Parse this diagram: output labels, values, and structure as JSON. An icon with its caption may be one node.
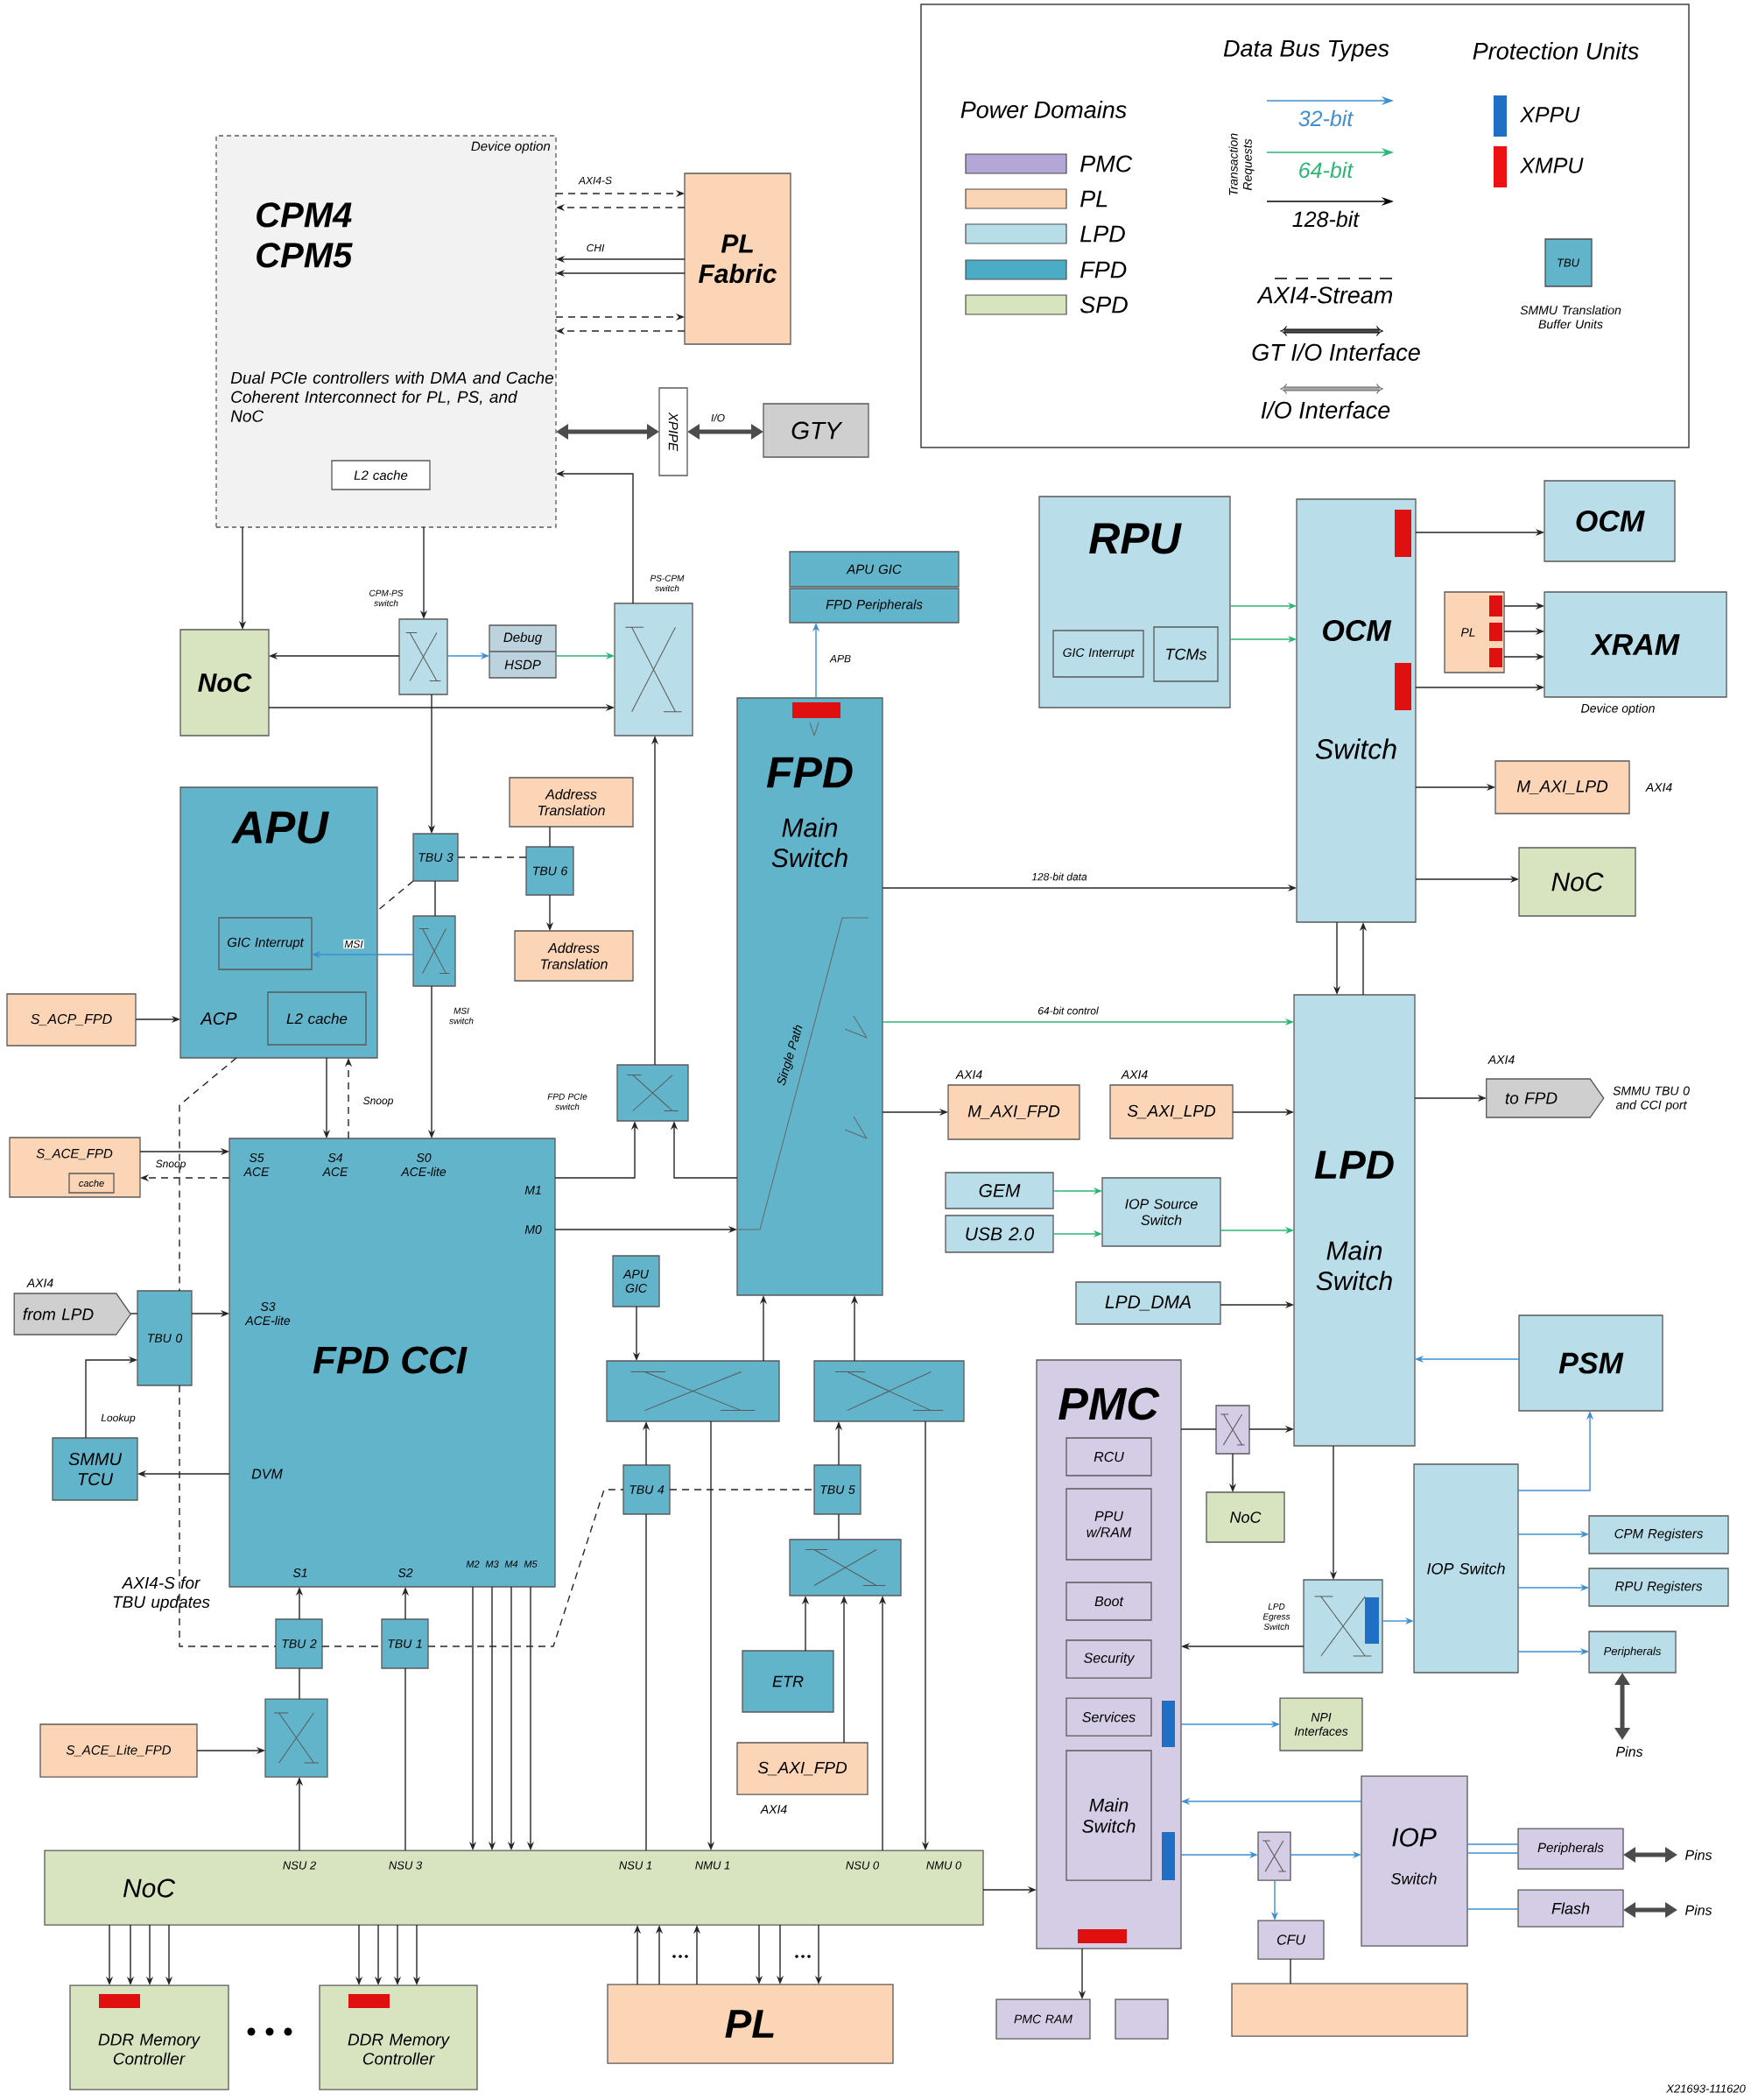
{
  "diagram": {
    "nodes": [
      {
        "text": [
          "Device option",
          "CPM4 CPM5",
          "Dual PCIe controllers with DMA and Cache Coherent Interconnect for PL, PS, and NoC"
        ]
      },
      {
        "text": [
          "L2 cache"
        ],
        "in": 0
      },
      {
        "text": [
          "PL Fabric"
        ]
      },
      {
        "text": [
          "XPIPE"
        ]
      },
      {
        "text": [
          "GTY"
        ]
      },
      {
        "text": [
          "APU GIC"
        ]
      },
      {
        "text": [
          "FPD Peripherals"
        ]
      },
      {
        "text": [
          "RPU"
        ]
      },
      {
        "text": [
          "GIC Interrupt"
        ],
        "in": 7
      },
      {
        "text": [
          "TCMs"
        ],
        "in": 7
      },
      {
        "text": [
          "OCM",
          "Switch"
        ]
      },
      {
        "text": [
          "OCM"
        ]
      },
      {
        "text": [
          "PL"
        ]
      },
      {
        "text": [
          "XRAM"
        ],
        "beside": [
          "Device option"
        ]
      },
      {
        "text": [
          "NoC"
        ]
      },
      {
        "text": [],
        "shape": "crossbar",
        "beside": [
          "CPM-PS switch"
        ]
      },
      {
        "text": [
          "Debug",
          "HSDP"
        ]
      },
      {
        "text": [],
        "shape": "crossbar",
        "beside": [
          "PS-CPM switch"
        ]
      },
      {
        "text": [
          "FPD",
          "Main Switch",
          "Single Path"
        ]
      },
      {
        "text": [
          "M_AXI_LPD"
        ],
        "beside": [
          "AXI4"
        ]
      },
      {
        "text": [
          "NoC"
        ]
      },
      {
        "text": [
          "APU",
          "ACP"
        ]
      },
      {
        "text": [
          "GIC Interrupt"
        ],
        "in": 21
      },
      {
        "text": [
          "L2 cache"
        ],
        "in": 21
      },
      {
        "text": [
          "Address Translation"
        ]
      },
      {
        "text": [
          "TBU 3"
        ]
      },
      {
        "text": [
          "TBU 6"
        ]
      },
      {
        "text": [],
        "shape": "crossbar",
        "beside": [
          "MSI switch"
        ]
      },
      {
        "text": [
          "Address Translation"
        ]
      },
      {
        "text": [
          "S_ACP_FPD"
        ]
      },
      {
        "text": [
          "LPD",
          "Main Switch"
        ]
      },
      {
        "text": [],
        "shape": "crossbar",
        "beside": [
          "FPD PCIe switch"
        ]
      },
      {
        "text": [
          "M_AXI_FPD"
        ],
        "beside": [
          "AXI4"
        ]
      },
      {
        "text": [
          "S_AXI_LPD"
        ],
        "beside": [
          "AXI4"
        ]
      },
      {
        "text": [
          "to FPD"
        ],
        "beside": [
          "AXI4",
          "SMMU TBU 0 and CCI port"
        ]
      },
      {
        "text": [
          "FPD CCI",
          "S5 ACE",
          "S4 ACE",
          "S0 ACE-lite",
          "M1",
          "M0",
          "S3 ACE-lite",
          "DVM",
          "S1",
          "S2",
          "M2",
          "M3",
          "M4",
          "M5"
        ]
      },
      {
        "text": [
          "S_ACE_FPD"
        ]
      },
      {
        "text": [
          "cache"
        ],
        "in": 36
      },
      {
        "text": [
          "GEM"
        ]
      },
      {
        "text": [
          "USB 2.0"
        ]
      },
      {
        "text": [
          "IOP Source Switch"
        ]
      },
      {
        "text": [
          "from LPD"
        ],
        "beside": [
          "AXI4"
        ]
      },
      {
        "text": [
          "TBU 0"
        ]
      },
      {
        "text": [
          "APU GIC"
        ]
      },
      {
        "text": [
          "LPD_DMA"
        ]
      },
      {
        "text": [
          "PSM"
        ]
      },
      {
        "text": [],
        "shape": "crossbar"
      },
      {
        "text": [],
        "shape": "crossbar"
      },
      {
        "text": [
          "PMC"
        ]
      },
      {
        "text": [
          "RCU"
        ],
        "in": 48
      },
      {
        "text": [
          "PPU w/RAM"
        ],
        "in": 48
      },
      {
        "text": [
          "Boot"
        ],
        "in": 48
      },
      {
        "text": [
          "Security"
        ],
        "in": 48
      },
      {
        "text": [
          "Services"
        ],
        "in": 48
      },
      {
        "text": [
          "Main Switch"
        ],
        "in": 48
      },
      {
        "text": [],
        "shape": "crossbar"
      },
      {
        "text": [
          "SMMU TCU"
        ]
      },
      {
        "text": [
          "IOP Switch"
        ]
      },
      {
        "text": [
          "TBU 4"
        ]
      },
      {
        "text": [
          "TBU 5"
        ]
      },
      {
        "text": [
          "NoC"
        ]
      },
      {
        "text": [
          "CPM Registers"
        ]
      },
      {
        "text": [],
        "shape": "crossbar"
      },
      {
        "text": [
          "RPU Registers"
        ]
      },
      {
        "text": [],
        "shape": "crossbar",
        "beside": [
          "LPD Egress Switch"
        ]
      },
      {
        "text": [
          "Peripherals"
        ]
      },
      {
        "text": [
          "TBU 2"
        ]
      },
      {
        "text": [
          "TBU 1"
        ]
      },
      {
        "text": [
          "ETR"
        ]
      },
      {
        "text": [
          "NPI Interfaces"
        ]
      },
      {
        "text": [],
        "shape": "crossbar"
      },
      {
        "text": [
          "S_ACE_Lite_FPD"
        ]
      },
      {
        "text": [
          "S_AXI_FPD"
        ],
        "beside": [
          "AXI4"
        ]
      },
      {
        "text": [
          "Pins"
        ]
      },
      {
        "text": [
          "IOP",
          "Switch"
        ]
      },
      {
        "text": [
          "Peripherals"
        ]
      },
      {
        "text": [],
        "shape": "crossbar"
      },
      {
        "text": [
          "Pins"
        ]
      },
      {
        "text": [
          "Flash"
        ]
      },
      {
        "text": [
          "Pins"
        ]
      },
      {
        "text": [
          "NoC",
          "NSU 2",
          "NSU 3",
          "NSU 1",
          "NMU 1",
          "NSU 0",
          "NMU 0"
        ]
      },
      {
        "text": [
          "CFU"
        ]
      },
      {
        "text": [
          "DDR Memory Controller"
        ]
      },
      {
        "text": [
          "DDR Memory Controller"
        ]
      },
      {
        "text": [
          "PL"
        ]
      },
      {
        "text": [],
        "shape": "box"
      },
      {
        "text": [
          "PMC RAM"
        ]
      },
      {
        "text": [],
        "shape": "box"
      }
    ],
    "edges": [
      {
        "from": 0,
        "to": 14,
        "arrow": "to"
      },
      {
        "from": 0,
        "to": 15,
        "arrow": "to"
      },
      {
        "from": 0,
        "to": 2,
        "arrow": "to",
        "style": "dashed",
        "label": "AXI4-S"
      },
      {
        "from": 2,
        "to": 0,
        "arrow": "to",
        "style": "dashed"
      },
      {
        "from": 2,
        "to": 0,
        "arrow": "to",
        "label": "CHI"
      },
      {
        "from": 2,
        "to": 0,
        "arrow": "to"
      },
      {
        "from": 0,
        "to": 2,
        "arrow": "to",
        "style": "dashed"
      },
      {
        "from": 2,
        "to": 0,
        "arrow": "to",
        "style": "dashed"
      },
      {
        "from": 0,
        "to": 3,
        "arrow": "both",
        "style": "thick"
      },
      {
        "from": 3,
        "to": 4,
        "arrow": "both",
        "style": "thick",
        "label": "I/O"
      },
      {
        "from": 17,
        "to": 0,
        "arrow": "to"
      },
      {
        "from": 15,
        "to": 14,
        "arrow": "to"
      },
      {
        "from": 14,
        "to": 17,
        "arrow": "to"
      },
      {
        "from": 15,
        "to": 16,
        "arrow": "to",
        "color": "#3d8fd1"
      },
      {
        "from": 16,
        "to": 17,
        "arrow": "to",
        "color": "#2bb673"
      },
      {
        "from": 15,
        "to": 25,
        "arrow": "to"
      },
      {
        "from": 25,
        "to": 27,
        "arrow": "none"
      },
      {
        "from": 27,
        "to": 35,
        "arrow": "to"
      },
      {
        "from": 25,
        "to": 26,
        "arrow": "none",
        "style": "dashed"
      },
      {
        "from": 24,
        "to": 26,
        "arrow": "none"
      },
      {
        "from": 26,
        "to": 28,
        "arrow": "to"
      },
      {
        "from": 27,
        "to": 22,
        "arrow": "to",
        "color": "#3d8fd1",
        "label": "MSI"
      },
      {
        "from": 31,
        "to": 17,
        "arrow": "to"
      },
      {
        "from": 35,
        "to": 31,
        "arrow": "to"
      },
      {
        "from": 18,
        "to": 31,
        "arrow": "to"
      },
      {
        "from": 35,
        "to": 18,
        "arrow": "to"
      },
      {
        "from": 18,
        "to": 6,
        "arrow": "to",
        "color": "#3d8fd1",
        "label": "APB"
      },
      {
        "from": 18,
        "to": 10,
        "arrow": "to",
        "label": "128-bit data"
      },
      {
        "from": 18,
        "to": 30,
        "arrow": "to",
        "color": "#2bb673",
        "label": "64-bit control"
      },
      {
        "from": 18,
        "to": 32,
        "arrow": "to"
      },
      {
        "from": 33,
        "to": 30,
        "arrow": "to"
      },
      {
        "from": 38,
        "to": 40,
        "arrow": "to",
        "color": "#2bb673"
      },
      {
        "from": 39,
        "to": 40,
        "arrow": "to",
        "color": "#2bb673"
      },
      {
        "from": 40,
        "to": 30,
        "arrow": "to",
        "color": "#2bb673"
      },
      {
        "from": 44,
        "to": 30,
        "arrow": "to"
      },
      {
        "from": 45,
        "to": 30,
        "arrow": "to",
        "color": "#3d8fd1"
      },
      {
        "from": 7,
        "to": 10,
        "arrow": "to",
        "color": "#2bb673"
      },
      {
        "from": 7,
        "to": 10,
        "arrow": "to",
        "color": "#2bb673"
      },
      {
        "from": 10,
        "to": 11,
        "arrow": "to"
      },
      {
        "from": 10,
        "to": 13,
        "arrow": "to"
      },
      {
        "from": 12,
        "to": 13,
        "arrow": "to"
      },
      {
        "from": 12,
        "to": 13,
        "arrow": "to"
      },
      {
        "from": 12,
        "to": 13,
        "arrow": "to"
      },
      {
        "from": 10,
        "to": 19,
        "arrow": "to"
      },
      {
        "from": 10,
        "to": 20,
        "arrow": "to"
      },
      {
        "from": 10,
        "to": 30,
        "arrow": "to"
      },
      {
        "from": 30,
        "to": 10,
        "arrow": "to"
      },
      {
        "from": 30,
        "to": 34,
        "arrow": "to"
      },
      {
        "from": 30,
        "to": 64,
        "arrow": "to"
      },
      {
        "from": 48,
        "to": 55,
        "arrow": "none"
      },
      {
        "from": 55,
        "to": 30,
        "arrow": "to"
      },
      {
        "from": 55,
        "to": 60,
        "arrow": "to"
      },
      {
        "from": 64,
        "to": 48,
        "arrow": "to"
      },
      {
        "from": 64,
        "to": 57,
        "arrow": "to",
        "color": "#3d8fd1"
      },
      {
        "from": 57,
        "to": 45,
        "arrow": "to",
        "color": "#3d8fd1"
      },
      {
        "from": 57,
        "to": 61,
        "arrow": "to",
        "color": "#3d8fd1"
      },
      {
        "from": 57,
        "to": 63,
        "arrow": "to",
        "color": "#3d8fd1"
      },
      {
        "from": 57,
        "to": 65,
        "arrow": "to",
        "color": "#3d8fd1"
      },
      {
        "from": 65,
        "to": 73,
        "arrow": "both",
        "style": "thick"
      },
      {
        "from": 48,
        "to": 69,
        "arrow": "to",
        "color": "#3d8fd1"
      },
      {
        "from": 74,
        "to": 48,
        "arrow": "to",
        "color": "#3d8fd1"
      },
      {
        "from": 48,
        "to": 76,
        "arrow": "to",
        "color": "#3d8fd1"
      },
      {
        "from": 76,
        "to": 74,
        "arrow": "to",
        "color": "#3d8fd1"
      },
      {
        "from": 76,
        "to": 81,
        "arrow": "to",
        "color": "#3d8fd1"
      },
      {
        "from": 74,
        "to": 75,
        "arrow": "none",
        "color": "#3d8fd1"
      },
      {
        "from": 74,
        "to": 75,
        "arrow": "none",
        "color": "#3d8fd1"
      },
      {
        "from": 74,
        "to": 78,
        "arrow": "none",
        "color": "#3d8fd1"
      },
      {
        "from": 75,
        "to": 77,
        "arrow": "both",
        "style": "thick"
      },
      {
        "from": 78,
        "to": 79,
        "arrow": "both",
        "style": "thick"
      },
      {
        "from": 81,
        "to": 87,
        "arrow": "none"
      },
      {
        "from": 48,
        "to": 86,
        "arrow": "to"
      },
      {
        "from": 80,
        "to": 48,
        "arrow": "to"
      },
      {
        "from": 29,
        "to": 21,
        "arrow": "to"
      },
      {
        "from": 21,
        "to": 35,
        "arrow": "to"
      },
      {
        "from": 35,
        "to": 21,
        "arrow": "to",
        "style": "dashed",
        "label": "Snoop"
      },
      {
        "from": 36,
        "to": 35,
        "arrow": "to"
      },
      {
        "from": 35,
        "to": 36,
        "arrow": "to",
        "style": "dashed",
        "label": "Snoop"
      },
      {
        "from": 41,
        "to": 42,
        "arrow": "none"
      },
      {
        "from": 42,
        "to": 35,
        "arrow": "to"
      },
      {
        "from": 56,
        "to": 42,
        "arrow": "to",
        "label": "Lookup"
      },
      {
        "from": 35,
        "to": 56,
        "arrow": "to"
      },
      {
        "from": 66,
        "to": 35,
        "arrow": "to"
      },
      {
        "from": 70,
        "to": 66,
        "arrow": "none"
      },
      {
        "from": 80,
        "to": 70,
        "arrow": "to"
      },
      {
        "from": 71,
        "to": 70,
        "arrow": "to"
      },
      {
        "from": 80,
        "to": 67,
        "arrow": "none"
      },
      {
        "from": 67,
        "to": 35,
        "arrow": "to"
      },
      {
        "from": 35,
        "to": 80,
        "arrow": "to"
      },
      {
        "from": 35,
        "to": 80,
        "arrow": "to"
      },
      {
        "from": 35,
        "to": 80,
        "arrow": "to"
      },
      {
        "from": 35,
        "to": 80,
        "arrow": "to"
      },
      {
        "from": 43,
        "to": 46,
        "arrow": "to"
      },
      {
        "from": 46,
        "to": 18,
        "arrow": "to"
      },
      {
        "from": 47,
        "to": 18,
        "arrow": "to"
      },
      {
        "from": 58,
        "to": 46,
        "arrow": "to"
      },
      {
        "from": 80,
        "to": 58,
        "arrow": "none"
      },
      {
        "from": 46,
        "to": 80,
        "arrow": "to"
      },
      {
        "from": 59,
        "to": 47,
        "arrow": "to"
      },
      {
        "from": 62,
        "to": 59,
        "arrow": "none"
      },
      {
        "from": 68,
        "to": 62,
        "arrow": "to"
      },
      {
        "from": 72,
        "to": 62,
        "arrow": "to"
      },
      {
        "from": 80,
        "to": 62,
        "arrow": "to"
      },
      {
        "from": 47,
        "to": 80,
        "arrow": "to"
      },
      {
        "from": 80,
        "to": 82,
        "arrow": "to"
      },
      {
        "from": 80,
        "to": 82,
        "arrow": "to"
      },
      {
        "from": 80,
        "to": 82,
        "arrow": "to"
      },
      {
        "from": 80,
        "to": 82,
        "arrow": "to"
      },
      {
        "from": 80,
        "to": 83,
        "arrow": "to"
      },
      {
        "from": 80,
        "to": 83,
        "arrow": "to"
      },
      {
        "from": 80,
        "to": 83,
        "arrow": "to"
      },
      {
        "from": 80,
        "to": 83,
        "arrow": "to"
      },
      {
        "from": 84,
        "to": 80,
        "arrow": "to"
      },
      {
        "from": 84,
        "to": 80,
        "arrow": "to"
      },
      {
        "from": 84,
        "to": 80,
        "arrow": "to"
      },
      {
        "from": 80,
        "to": 84,
        "arrow": "to"
      },
      {
        "from": 80,
        "to": 84,
        "arrow": "to"
      },
      {
        "from": 80,
        "to": 84,
        "arrow": "to"
      },
      {
        "from": 25,
        "to": 21,
        "arrow": "none",
        "style": "dashed"
      },
      {
        "from": 21,
        "to": 42,
        "arrow": "none",
        "style": "dashed"
      },
      {
        "from": 42,
        "to": 66,
        "arrow": "none",
        "style": "dashed"
      },
      {
        "from": 66,
        "to": 67,
        "arrow": "none",
        "style": "dashed"
      },
      {
        "from": 67,
        "to": 58,
        "arrow": "none",
        "style": "dashed"
      },
      {
        "from": 58,
        "to": 59,
        "arrow": "none",
        "style": "dashed"
      }
    ],
    "labels": [
      "Power Domains",
      "Data Bus Types",
      "Protection Units",
      "Transaction Requests",
      "TBU",
      "AXI4-S for TBU updates",
      "X21693-111620"
    ],
    "legend": [
      {
        "text": "PMC",
        "color": "#b4a7d6"
      },
      {
        "text": "PL",
        "color": "#fbd4b4"
      },
      {
        "text": "LPD",
        "color": "#b7dee8"
      },
      {
        "text": "FPD",
        "color": "#4bacc6"
      },
      {
        "text": "SPD",
        "color": "#d7e4bd"
      },
      {
        "text": "32-bit"
      },
      {
        "text": "64-bit"
      },
      {
        "text": "128-bit"
      },
      {
        "text": "AXI4-Stream"
      },
      {
        "text": "GT I/O Interface"
      },
      {
        "text": "I/O Interface"
      },
      {
        "text": "XPPU",
        "color": "#1f6fc5"
      },
      {
        "text": "XMPU",
        "color": "#ee1111"
      },
      {
        "text": "SMMU Translation Buffer Units"
      }
    ]
  }
}
